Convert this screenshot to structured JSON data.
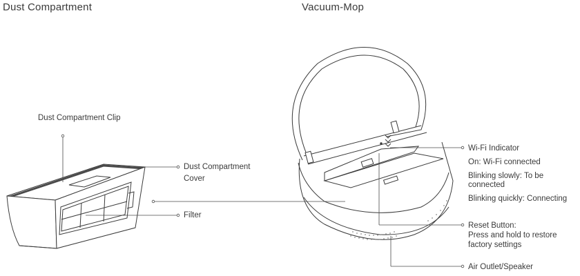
{
  "dust": {
    "title": "Dust Compartment",
    "clip_label": "Dust Compartment Clip",
    "cover_label": [
      "Dust Compartment",
      "Cover"
    ],
    "filter_label": "Filter"
  },
  "vacuum": {
    "title": "Vacuum-Mop",
    "wifi_label": "Wi-Fi Indicator",
    "wifi_on": "On: Wi-Fi connected",
    "wifi_slow": [
      "Blinking slowly: To be",
      "connected"
    ],
    "wifi_quick": "Blinking quickly: Connecting",
    "reset_label": [
      "Reset Button:",
      "Press and hold to restore",
      "factory settings"
    ],
    "air_label": "Air Outlet/Speaker"
  },
  "colors": {
    "line": "#3a3a3a",
    "text": "#3a3a3a"
  }
}
